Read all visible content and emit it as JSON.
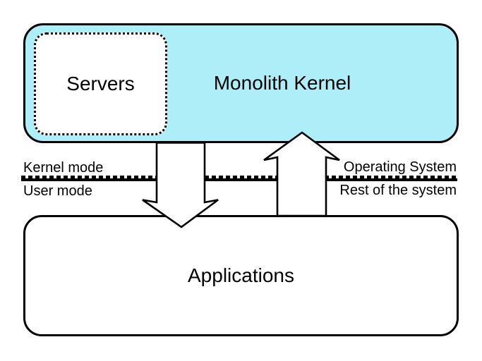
{
  "diagram": {
    "title_context": "monolithic-kernel-architecture",
    "colors": {
      "kernel_fill": "#ADEEF9",
      "outline": "#000000",
      "background": "#FFFFFF"
    },
    "kernel_box": {
      "label": "Monolith Kernel"
    },
    "servers_box": {
      "label": "Servers"
    },
    "applications_box": {
      "label": "Applications"
    },
    "divider": {
      "left_top": "Kernel mode",
      "left_bottom": "User mode",
      "right_top": "Operating System",
      "right_bottom": "Rest of the system"
    },
    "arrows": [
      {
        "name": "kernel-to-applications-arrow",
        "direction": "down"
      },
      {
        "name": "applications-to-kernel-arrow",
        "direction": "up"
      }
    ]
  }
}
